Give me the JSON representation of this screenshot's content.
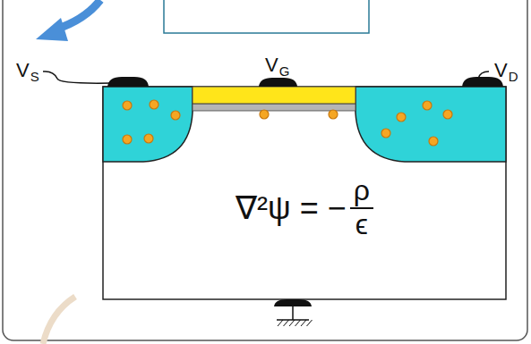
{
  "diagram": {
    "nodes": [
      {
        "text": [
          "∇²ψ = −",
          "ρ",
          "ϵ"
        ]
      }
    ],
    "labels": [
      "V",
      "S",
      "V",
      "G",
      "V",
      "D"
    ]
  }
}
